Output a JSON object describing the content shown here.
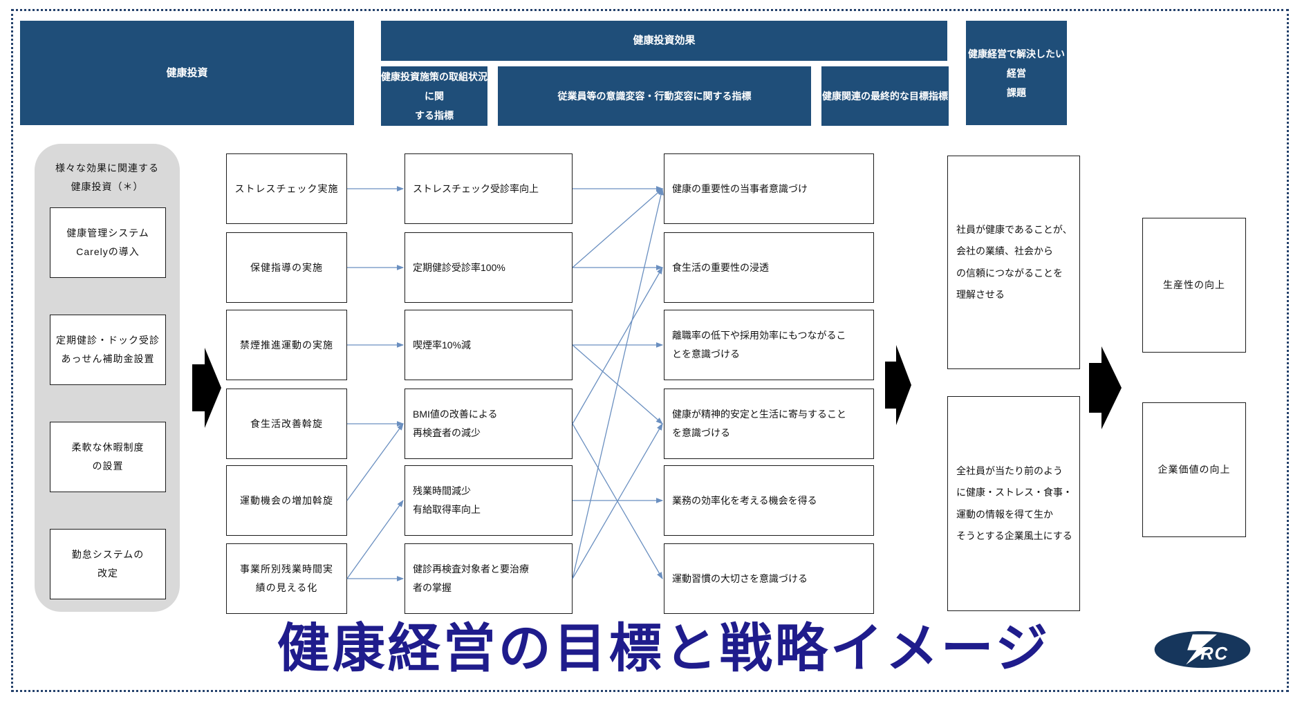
{
  "headers": {
    "investment": "健康投資",
    "effect": "健康投資効果",
    "sub_status": "健康投資施策の取組状況に関\nする指標",
    "sub_behavior": "従業員等の意識変容・行動変容に関する指標",
    "sub_goal": "健康関連の最終的な目標指標",
    "issues": "健康経営で解決したい経営\n課題"
  },
  "panel": {
    "title": "様々な効果に関連する\n健康投資（＊）",
    "items": [
      "健康管理システム\nCarelyの導入",
      "定期健診・ドック受診\nあっせん補助金設置",
      "柔軟な休暇制度\nの設置",
      "勤怠システムの\n改定"
    ]
  },
  "measures": [
    "ストレスチェック実施",
    "保健指導の実施",
    "禁煙推進運動の実施",
    "食生活改善斡旋",
    "運動機会の増加斡旋",
    "事業所別残業時間実\n績の見える化"
  ],
  "indicators": [
    "ストレスチェック受診率向上",
    "定期健診受診率100%",
    "喫煙率10%減",
    "BMI値の改善による\n再検査者の減少",
    "残業時間減少\n有給取得率向上",
    "健診再検査対象者と要治療\n者の掌握"
  ],
  "awareness": [
    "健康の重要性の当事者意識づけ",
    "食生活の重要性の浸透",
    "離職率の低下や採用効率にもつながるこ\nとを意識づける",
    "健康が精神的安定と生活に寄与すること\nを意識づける",
    "業務の効率化を考える機会を得る",
    "運動習慣の大切さを意識づける"
  ],
  "goals": [
    "社員が健康であることが、\n会社の業績、社会から\nの信頼につながることを\n理解させる",
    "全社員が当たり前のよう\nに健康・ストレス・食事・\n運動の情報を得て生か\nそうとする企業風土にする"
  ],
  "outcomes": [
    "生産性の向上",
    "企業価値の向上"
  ],
  "title": "健康経営の目標と戦略イメージ",
  "logo": {
    "company": "SRC",
    "text": "RC"
  },
  "colors": {
    "header_navy": "#1f4e79",
    "title_navy": "#1f1c8c",
    "connector_blue": "#6a8fc0",
    "border_navy": "#24416b",
    "panel_gray": "#d9d9d9",
    "logo_navy": "#16365c"
  },
  "connections": [
    {
      "from": "m1",
      "to": "i1"
    },
    {
      "from": "m2",
      "to": "i2"
    },
    {
      "from": "m3",
      "to": "i3"
    },
    {
      "from": "m4",
      "to": "i4"
    },
    {
      "from": "m5",
      "to": "i4"
    },
    {
      "from": "m6",
      "to": "i5"
    },
    {
      "from": "m6",
      "to": "i6"
    },
    {
      "from": "i1",
      "to": "a1"
    },
    {
      "from": "i2",
      "to": "a1"
    },
    {
      "from": "i2",
      "to": "a2"
    },
    {
      "from": "i3",
      "to": "a3"
    },
    {
      "from": "i3",
      "to": "a4"
    },
    {
      "from": "i4",
      "to": "a2"
    },
    {
      "from": "i4",
      "to": "a6"
    },
    {
      "from": "i5",
      "to": "a5"
    },
    {
      "from": "i6",
      "to": "a1"
    },
    {
      "from": "i6",
      "to": "a4"
    }
  ]
}
